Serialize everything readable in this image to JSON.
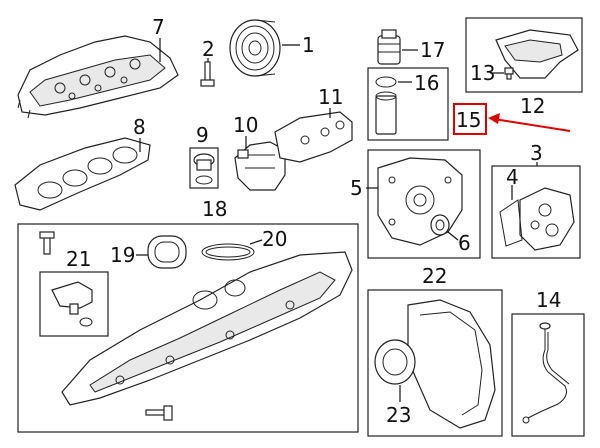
{
  "diagram": {
    "callouts": [
      "1",
      "2",
      "3",
      "4",
      "5",
      "6",
      "7",
      "8",
      "9",
      "10",
      "11",
      "12",
      "13",
      "14",
      "15",
      "16",
      "17",
      "18",
      "19",
      "20",
      "21",
      "22",
      "23"
    ],
    "highlight": {
      "callout_index": 14,
      "box_color": "#e00000",
      "arrow_color": "#e00000"
    },
    "line_color": "#222222",
    "background": "#ffffff"
  }
}
